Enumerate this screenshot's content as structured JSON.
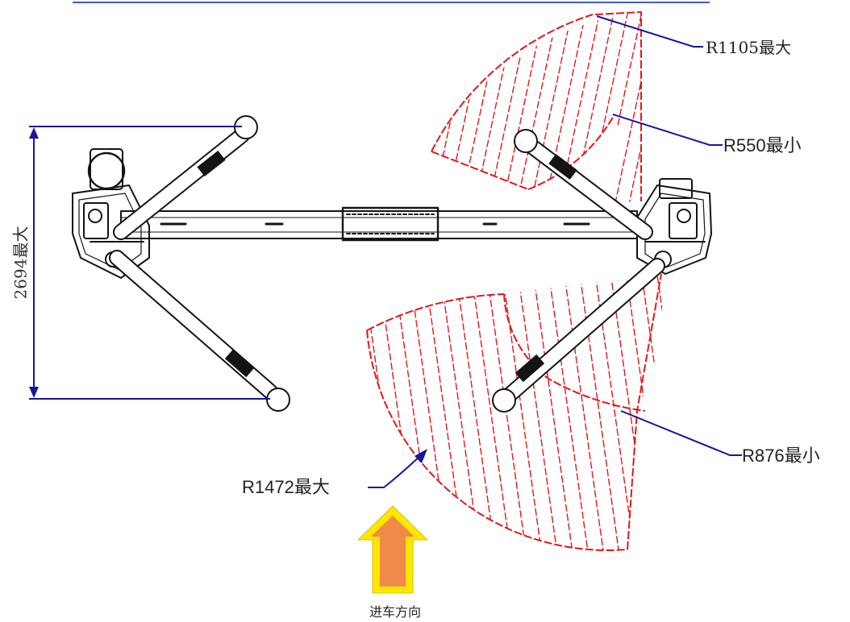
{
  "labels": {
    "r1105": "R1105最大",
    "r550": "R550最小",
    "r876": "R876最小",
    "r1472": "R1472最大",
    "height": "2694最大",
    "direction": "进车方向"
  },
  "colors": {
    "swing_zone": "#e01818",
    "dimension_line": "#16169e",
    "arrow_fill": "#f08a4a",
    "arrow_outline": "#ffe600",
    "drawing": "#141414"
  },
  "icons": {
    "direction_arrow": "up-arrow-icon"
  }
}
